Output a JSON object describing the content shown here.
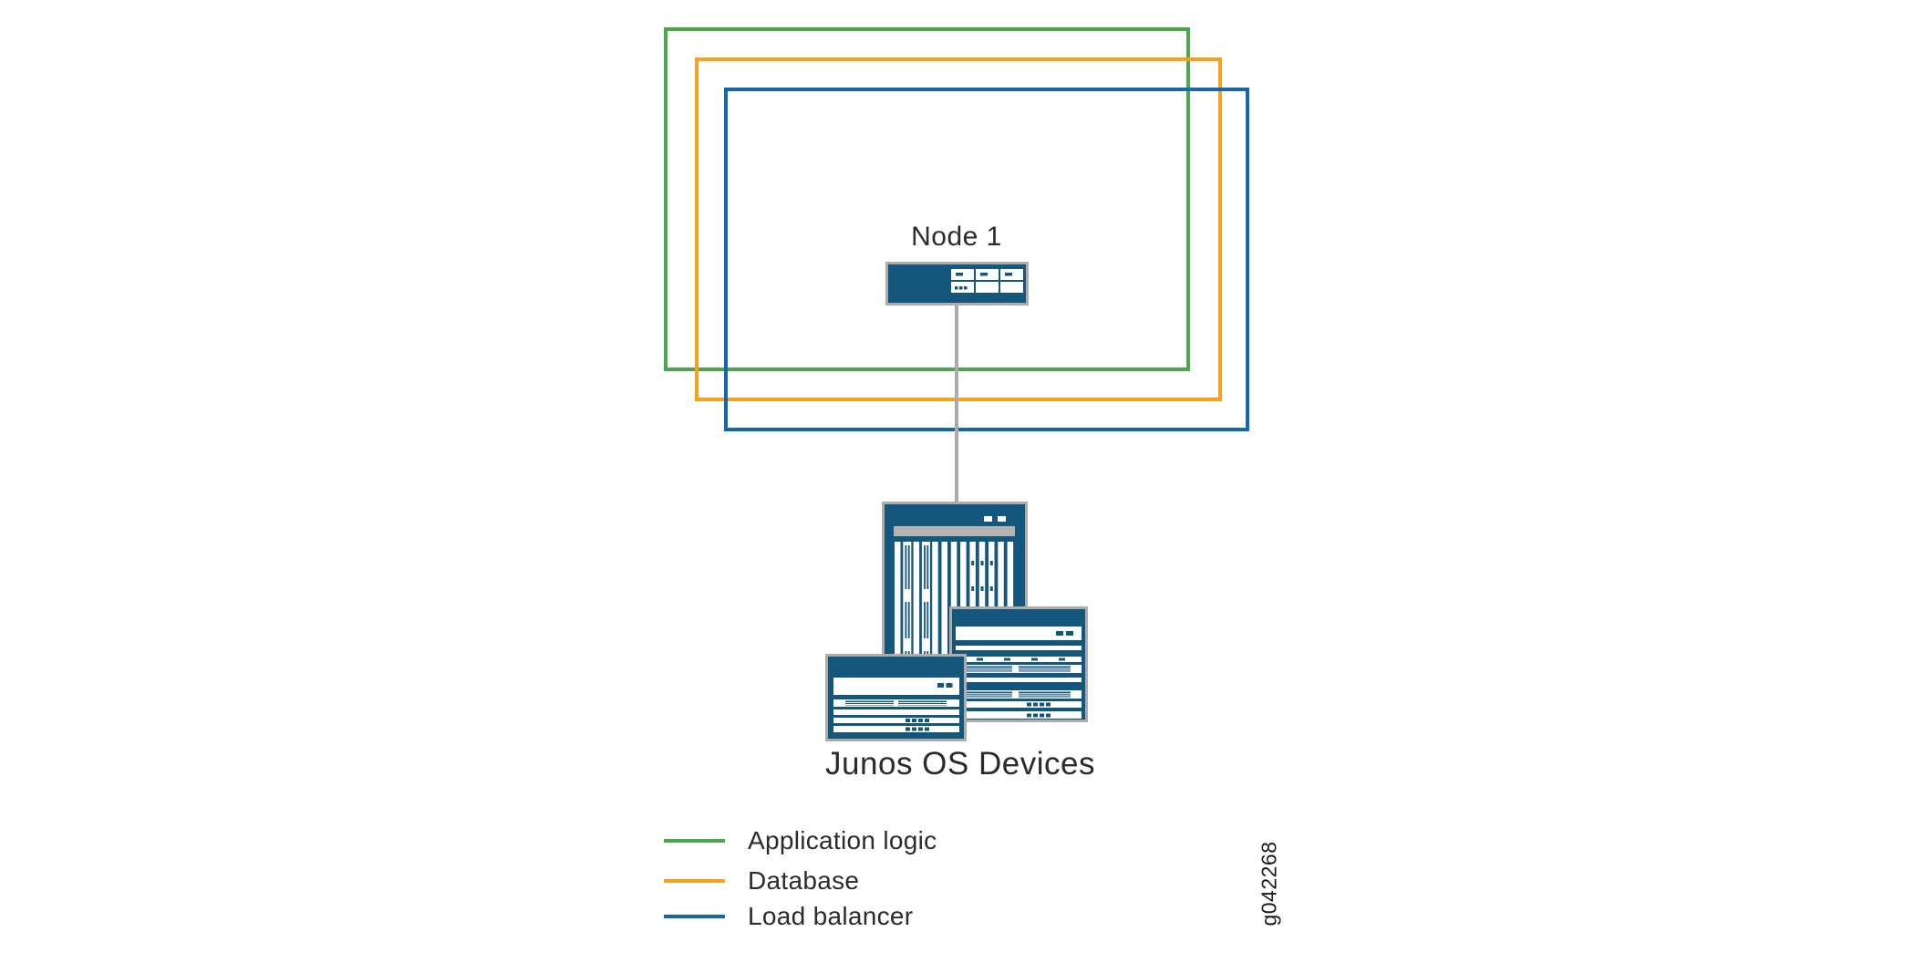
{
  "figure": {
    "node_label": "Node 1",
    "devices_label": "Junos OS Devices",
    "figure_id": "g042268",
    "legend": [
      {
        "id": "application-logic",
        "label": "Application logic",
        "color": "#4CA74C"
      },
      {
        "id": "database",
        "label": "Database",
        "color": "#F6A21F"
      },
      {
        "id": "load-balancer",
        "label": "Load balancer",
        "color": "#1568A9"
      }
    ],
    "colors": {
      "device_fill": "#15567D",
      "device_border": "#ACACAC",
      "device_slot_gray": "#B3B3B3",
      "connector": "#ABABAB",
      "label_text": "#2B2B2B",
      "background": "#FFFFFF"
    }
  }
}
